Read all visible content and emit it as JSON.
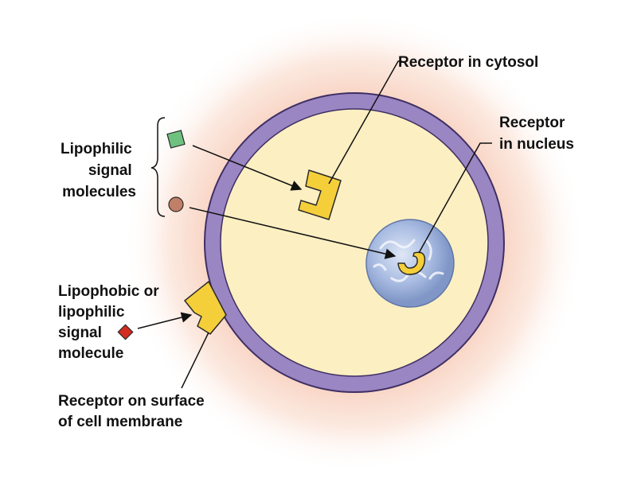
{
  "labels": {
    "receptor_cytosol": "Receptor in cytosol",
    "receptor_nucleus": [
      "Receptor",
      "in nucleus"
    ],
    "lipophilic_molecules": [
      "Lipophilic",
      "signal",
      "molecules"
    ],
    "lipophobic_molecule": [
      "Lipophobic or",
      "lipophilic",
      "signal",
      "molecule"
    ],
    "receptor_surface": [
      "Receptor on surface",
      "of cell membrane"
    ]
  },
  "colors": {
    "halo": "#f6c8b4",
    "membrane": "#9a86c2",
    "membrane_edge": "#3f2f63",
    "cytoplasm": "#fcefc2",
    "nucleus": "#9cb0d8",
    "receptor": "#f5cf3a",
    "green_molecule": "#6fc17f",
    "brown_molecule": "#c08068",
    "red_molecule": "#d42c20"
  },
  "icons": {
    "green_molecule": "square",
    "brown_molecule": "circle",
    "red_molecule": "diamond"
  }
}
